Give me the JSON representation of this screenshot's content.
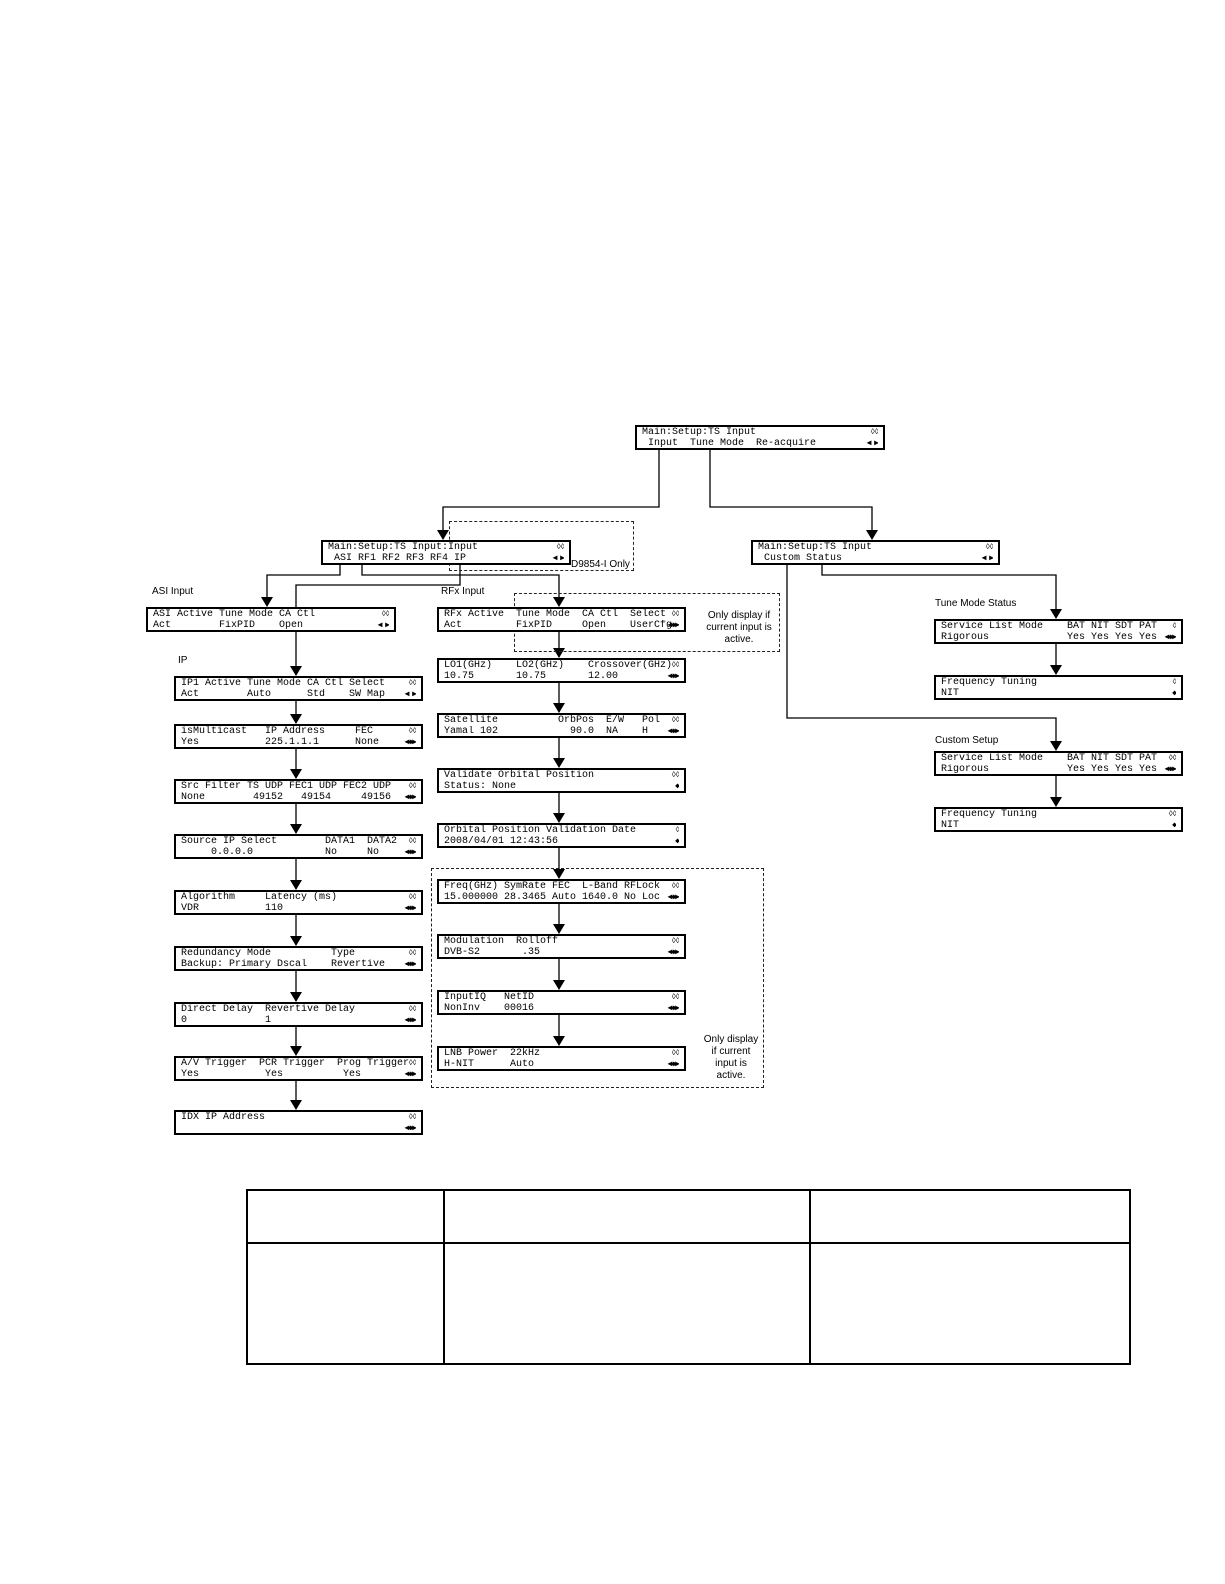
{
  "screens": {
    "main": [
      "Main:Setup:TS Input",
      " Input  Tune Mode  Re-acquire"
    ],
    "ts_input": [
      "Main:Setup:TS Input:Input",
      " ASI RF1 RF2 RF3 RF4 IP"
    ],
    "custom": [
      "Main:Setup:TS Input",
      " Custom Status"
    ],
    "asi": [
      "ASI Active Tune Mode CA Ctl",
      "Act        FixPID    Open"
    ],
    "ip1": [
      "IP1 Active Tune Mode CA Ctl Select",
      "Act        Auto      Std    SW Map"
    ],
    "ip2": [
      "isMulticast   IP Address     FEC",
      "Yes           225.1.1.1      None"
    ],
    "ip3": [
      "Src Filter TS UDP FEC1 UDP FEC2 UDP",
      "None        49152   49154     49156"
    ],
    "ip4": [
      "Source IP Select        DATA1  DATA2",
      "     0.0.0.0            No     No"
    ],
    "ip5": [
      "Algorithm     Latency (ms)",
      "VDR           110"
    ],
    "ip6": [
      "Redundancy Mode          Type",
      "Backup: Primary Dscal    Revertive"
    ],
    "ip7": [
      "Direct Delay  Revertive Delay",
      "0             1"
    ],
    "ip8": [
      "A/V Trigger  PCR Trigger  Prog Trigger",
      "Yes           Yes          Yes"
    ],
    "ip9": [
      "IDX IP Address",
      ""
    ],
    "rf1": [
      "RFx Active  Tune Mode  CA Ctl  Select",
      "Act         FixPID     Open    UserCfg"
    ],
    "rf2": [
      "LO1(GHz)    LO2(GHz)    Crossover(GHz)",
      "10.75       10.75       12.00"
    ],
    "rf3": [
      "Satellite          OrbPos  E/W   Pol",
      "Yamal 102            90.0  NA    H"
    ],
    "rf4": [
      "Validate Orbital Position",
      "Status: None"
    ],
    "rf5": [
      "Orbital Position Validation Date",
      "2008/04/01 12:43:56"
    ],
    "rf6": [
      "Freq(GHz) SymRate FEC  L-Band RFLock",
      "15.000000 28.3465 Auto 1640.0 No Loc"
    ],
    "rf7": [
      "Modulation  Rolloff",
      "DVB-S2       .35"
    ],
    "rf8": [
      "InputIQ   NetID",
      "NonInv    00016"
    ],
    "rf9": [
      "LNB Power  22kHz",
      "H-NIT      Auto"
    ],
    "tm1": [
      "Service List Mode    BAT NIT SDT PAT",
      "Rigorous             Yes Yes Yes Yes"
    ],
    "tm2": [
      "Frequency Tuning",
      "NIT"
    ],
    "cs1": [
      "Service List Mode    BAT NIT SDT PAT",
      "Rigorous             Yes Yes Yes Yes"
    ],
    "cs2": [
      "Frequency Tuning",
      "NIT"
    ]
  },
  "labels": {
    "asi_input": "ASI Input",
    "ip": "IP",
    "rfx_input": "RFx Input",
    "d9854i_only": "D9854-I Only",
    "only_display_if_active": "Only display if current input is active.",
    "only_display_if_active_2": "Only display if current input is active.",
    "tune_mode_status": "Tune Mode Status",
    "custom_setup": "Custom Setup"
  },
  "icons": {
    "updown": "up-down-arrows-icon",
    "leftright": "left-right-arrows-icon"
  },
  "table": {
    "rows": [
      [
        "",
        "",
        ""
      ],
      [
        "",
        "",
        ""
      ]
    ]
  }
}
